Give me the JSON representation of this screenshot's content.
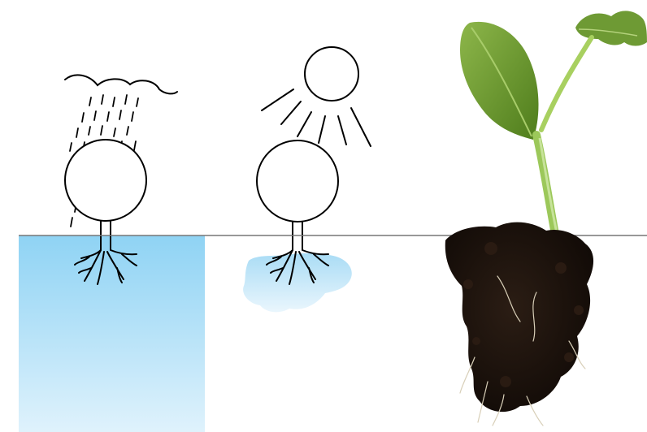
{
  "figure": {
    "panels": [
      {
        "id": "rain",
        "icons": [
          "cloud-icon",
          "rain-icon",
          "plant-bulb-icon",
          "roots-icon"
        ],
        "water_level": "deep"
      },
      {
        "id": "sun",
        "icons": [
          "sun-icon",
          "plant-bulb-icon",
          "roots-icon"
        ],
        "water_level": "shallow-puddle"
      },
      {
        "id": "photo",
        "icons": [
          "seedling-photo",
          "soil-root-ball"
        ]
      }
    ],
    "colors": {
      "line": "#000000",
      "ground_line": "#777777",
      "water_top": "#8fd3f4",
      "water_bottom": "#dff2fc",
      "leaf": "#6c9a2c",
      "leaf_dark": "#3f6b14",
      "stem": "#9cc85a",
      "soil": "#1c120c",
      "root": "#d8cfb8"
    }
  }
}
